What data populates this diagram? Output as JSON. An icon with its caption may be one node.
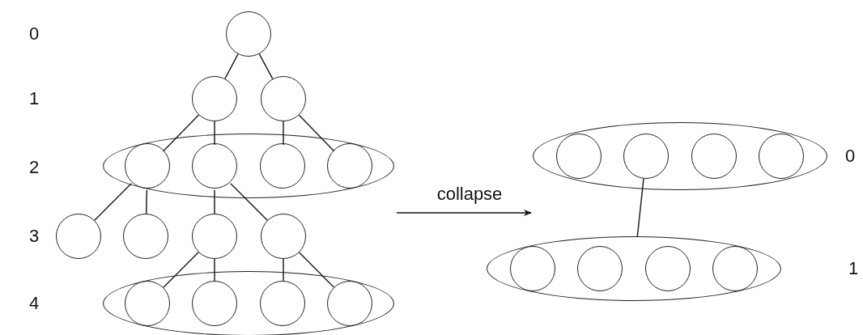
{
  "diagram": {
    "nodes": [
      {
        "text": [],
        "shape": "circle"
      },
      {
        "text": [],
        "shape": "circle"
      },
      {
        "text": [],
        "shape": "circle"
      },
      {
        "text": [],
        "shape": "ellipse"
      },
      {
        "text": [],
        "shape": "circle",
        "in": 3
      },
      {
        "text": [],
        "shape": "circle",
        "in": 3
      },
      {
        "text": [],
        "shape": "circle",
        "in": 3
      },
      {
        "text": [],
        "shape": "circle",
        "in": 3
      },
      {
        "text": [],
        "shape": "circle"
      },
      {
        "text": [],
        "shape": "circle"
      },
      {
        "text": [],
        "shape": "circle"
      },
      {
        "text": [],
        "shape": "circle"
      },
      {
        "text": [],
        "shape": "ellipse"
      },
      {
        "text": [],
        "shape": "circle",
        "in": 12
      },
      {
        "text": [],
        "shape": "circle",
        "in": 12
      },
      {
        "text": [],
        "shape": "circle",
        "in": 12
      },
      {
        "text": [],
        "shape": "circle",
        "in": 12
      },
      {
        "text": [],
        "shape": "ellipse"
      },
      {
        "text": [],
        "shape": "circle",
        "in": 17
      },
      {
        "text": [],
        "shape": "circle",
        "in": 17
      },
      {
        "text": [],
        "shape": "circle",
        "in": 17
      },
      {
        "text": [],
        "shape": "circle",
        "in": 17
      },
      {
        "text": [],
        "shape": "ellipse"
      },
      {
        "text": [],
        "shape": "circle",
        "in": 22
      },
      {
        "text": [],
        "shape": "circle",
        "in": 22
      },
      {
        "text": [],
        "shape": "circle",
        "in": 22
      },
      {
        "text": [],
        "shape": "circle",
        "in": 22
      }
    ],
    "edges": [
      {
        "from": 0,
        "to": 1,
        "arrow": "none"
      },
      {
        "from": 0,
        "to": 2,
        "arrow": "none"
      },
      {
        "from": 1,
        "to": 4,
        "arrow": "none"
      },
      {
        "from": 1,
        "to": 5,
        "arrow": "none"
      },
      {
        "from": 2,
        "to": 6,
        "arrow": "none"
      },
      {
        "from": 2,
        "to": 7,
        "arrow": "none"
      },
      {
        "from": 4,
        "to": 8,
        "arrow": "none"
      },
      {
        "from": 4,
        "to": 9,
        "arrow": "none"
      },
      {
        "from": 5,
        "to": 10,
        "arrow": "none"
      },
      {
        "from": 5,
        "to": 11,
        "arrow": "none"
      },
      {
        "from": 10,
        "to": 13,
        "arrow": "none"
      },
      {
        "from": 10,
        "to": 14,
        "arrow": "none"
      },
      {
        "from": 11,
        "to": 15,
        "arrow": "none"
      },
      {
        "from": 11,
        "to": 16,
        "arrow": "none"
      },
      {
        "from": 19,
        "to": 22,
        "arrow": "none"
      }
    ],
    "labels": [
      "0",
      "1",
      "2",
      "3",
      "4",
      "collapse",
      "0",
      "1"
    ]
  }
}
